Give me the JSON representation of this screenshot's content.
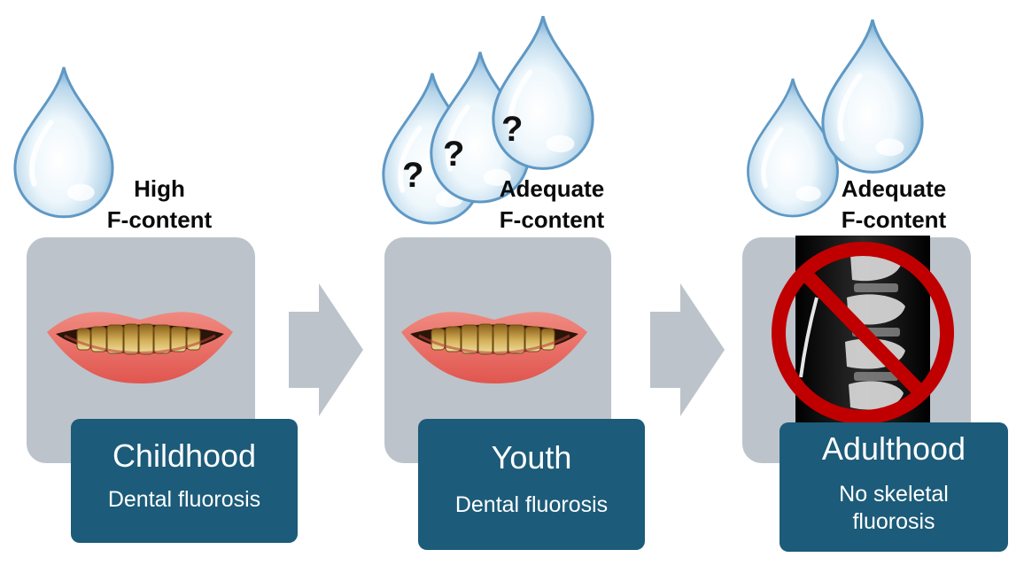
{
  "stages": [
    {
      "f_line1": "High",
      "f_line2": "F-content",
      "title": "Childhood",
      "description": "Dental fluorosis",
      "image_icon": "mouth-teeth-icon",
      "drop_icon": "water-drop-icon"
    },
    {
      "f_line1": "Adequate",
      "f_line2": "F-content",
      "title": "Youth",
      "description": "Dental fluorosis",
      "image_icon": "mouth-teeth-icon",
      "drop_icon": "water-drop-question-icon",
      "drop_mark": "?"
    },
    {
      "f_line1": "Adequate",
      "f_line2": "F-content",
      "title": "Adulthood",
      "description": "No skeletal fluorosis",
      "image_icon": "spine-xray-prohibited-icon",
      "drop_icon": "water-drop-icon"
    }
  ],
  "colors": {
    "panel": "#bdc3cb",
    "label_box": "#1c5b79",
    "arrow": "#bdc3cb",
    "prohibit": "#c00000"
  }
}
